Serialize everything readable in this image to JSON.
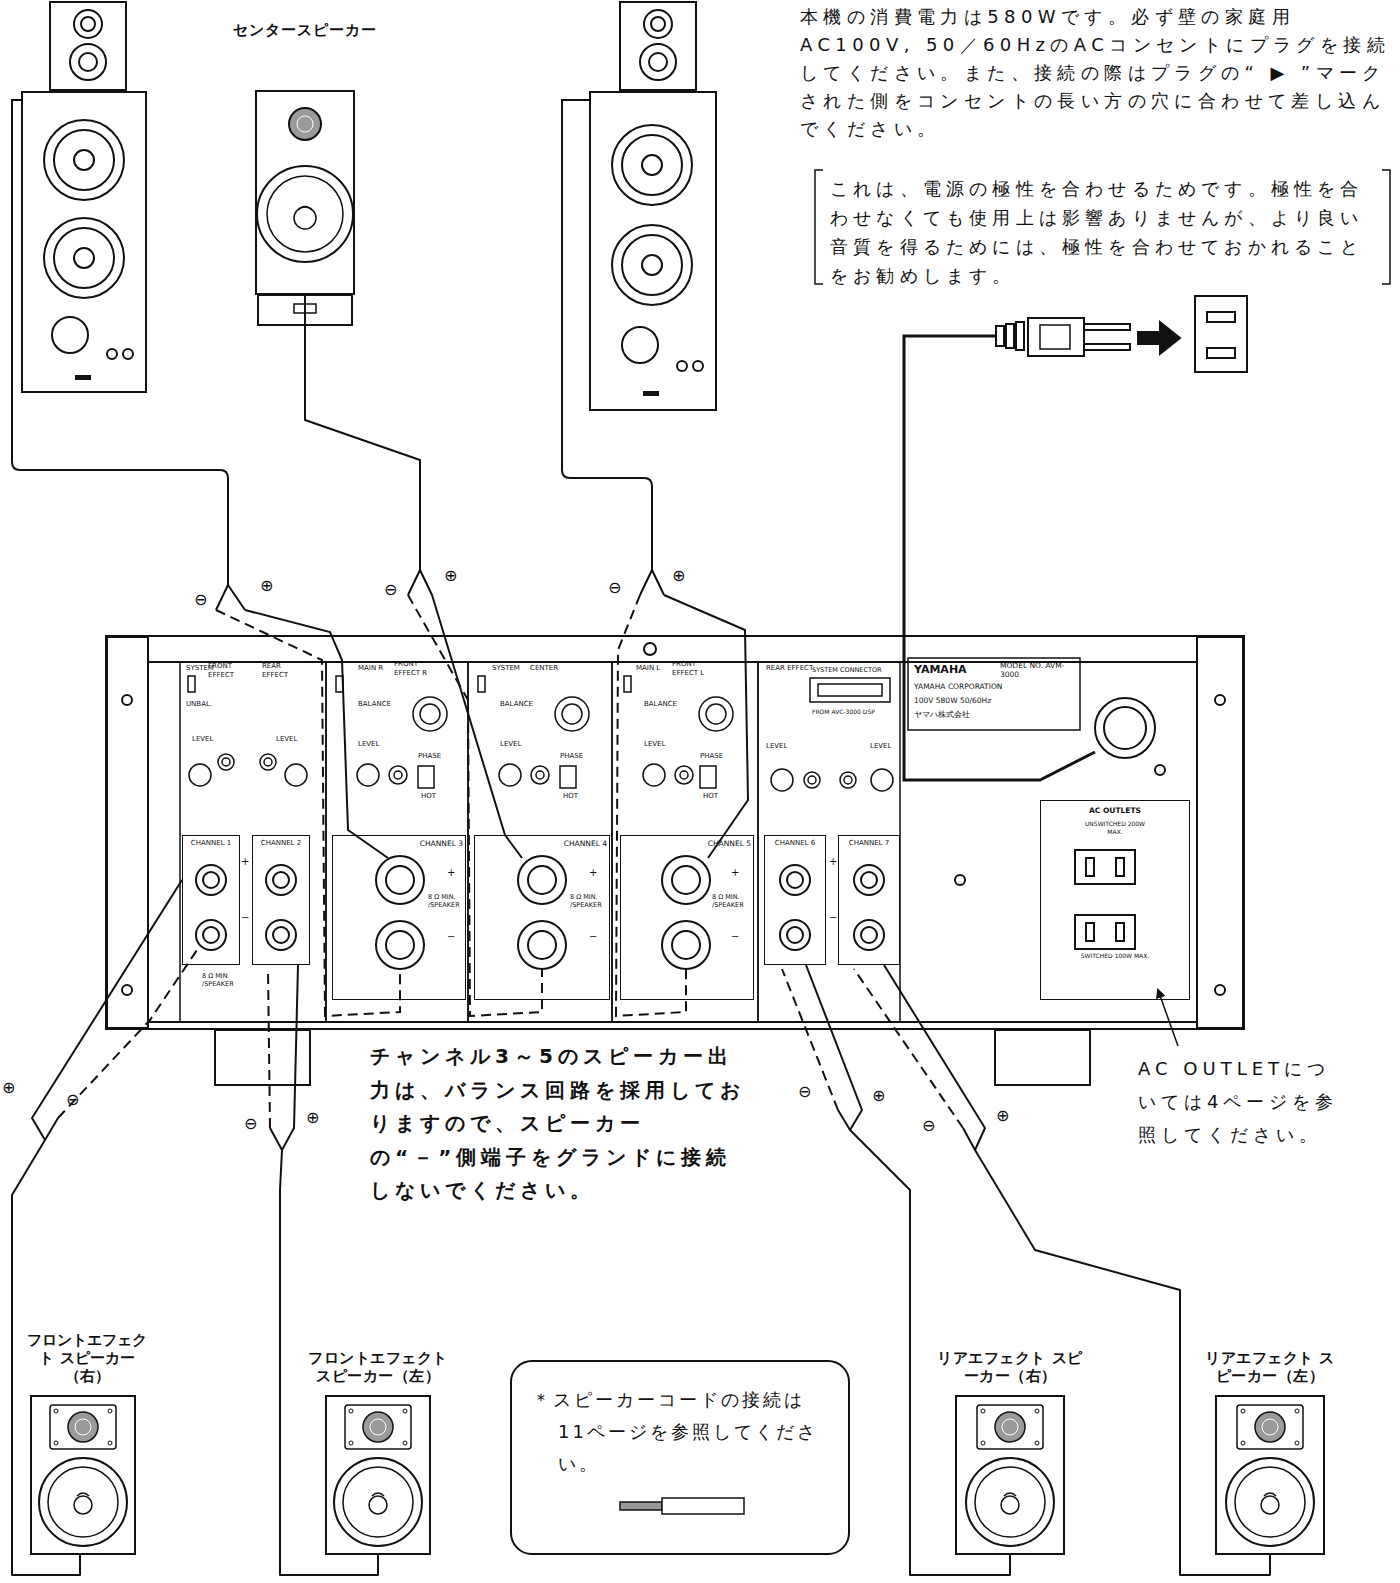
{
  "diagram": {
    "nodes": [
      {
        "text": [
          "センタースピーカー"
        ]
      },
      {
        "text": [
          "YAMAHA",
          "MODEL NO. AVM-3000",
          "YAMAHA CORPORATION",
          "100V 580W 50/60Hz",
          "ヤマハ株式会社"
        ]
      },
      {
        "text": [
          "CHANNEL 1"
        ],
        "in": 1
      },
      {
        "text": [
          "CHANNEL 2"
        ],
        "in": 1
      },
      {
        "text": [
          "CHANNEL 3"
        ],
        "in": 1
      },
      {
        "text": [
          "CHANNEL 4"
        ],
        "in": 1
      },
      {
        "text": [
          "CHANNEL 5"
        ],
        "in": 1
      },
      {
        "text": [
          "CHANNEL 6"
        ],
        "in": 1
      },
      {
        "text": [
          "CHANNEL 7"
        ],
        "in": 1
      },
      {
        "text": [
          "AC OUTLETS",
          "UNSWITCHED 200W MAX.",
          "SWITCHED 100W MAX."
        ],
        "in": 1
      },
      {
        "text": [
          "フロントエフェクト スピーカー（右）"
        ]
      },
      {
        "text": [
          "フロントエフェクト スピーカー（左）"
        ]
      },
      {
        "text": [
          "＊スピーカーコードの接続は11ページを参照してください。"
        ]
      },
      {
        "text": [
          "リアエフェクト スピーカー（右）"
        ]
      },
      {
        "text": [
          "リアエフェクト スピーカー（左）"
        ]
      }
    ],
    "edges": [
      {
        "from": 0,
        "to": 5,
        "arrow": "none"
      },
      {
        "from": 10,
        "to": 2,
        "arrow": "none"
      },
      {
        "from": 11,
        "to": 3,
        "arrow": "none"
      },
      {
        "from": 13,
        "to": 7,
        "arrow": "none"
      },
      {
        "from": 14,
        "to": 8,
        "arrow": "none"
      }
    ],
    "labels": [
      "本機の消費電力は580Wです。必ず壁の家庭用AC100V, 50／60HzのACコンセントにプラグを接続してください。また、接続の際はプラグの“ ▶ ”マークされた側をコンセントの長い方の穴に合わせて差し込んでください。",
      "これは、電源の極性を合わせるためです。極性を合わせなくても使用上は影響ありませんが、より良い音質を得るためには、極性を合わせておかれることをお勧めします。",
      "SYSTEM",
      "FRONT EFFECT",
      "REAR EFFECT",
      "UNBAL.",
      "LEVEL",
      "LEVEL",
      "+",
      "−",
      "8 Ω MIN. /SPEAKER",
      "MAIN R",
      "FRONT EFFECT R",
      "BALANCE",
      "LEVEL",
      "PHASE",
      "HOT",
      "+",
      "−",
      "8 Ω MIN. /SPEAKER",
      "SYSTEM",
      "CENTER",
      "BALANCE",
      "LEVEL",
      "PHASE",
      "HOT",
      "+",
      "−",
      "8 Ω MIN. /SPEAKER",
      "MAIN L",
      "FRONT EFFECT L",
      "BALANCE",
      "LEVEL",
      "PHASE",
      "HOT",
      "+",
      "−",
      "8 Ω MIN. /SPEAKER",
      "REAR EFFECT",
      "SYSTEM CONNECTOR",
      "FROM AVC-3000 DSP",
      "LEVEL",
      "LEVEL",
      "+",
      "−",
      "⊖",
      "⊕",
      "⊖",
      "⊕",
      "⊖",
      "⊕",
      "⊕",
      "⊖",
      "⊖",
      "⊕",
      "⊖",
      "⊕",
      "⊖",
      "⊕",
      "チャンネル3～5のスピーカー出力は、バランス回路を採用しておりますので、スピーカーの“－”側端子をグランドに接続しないでください。",
      "AC OUTLETについては4ページを参照してください。"
    ]
  }
}
